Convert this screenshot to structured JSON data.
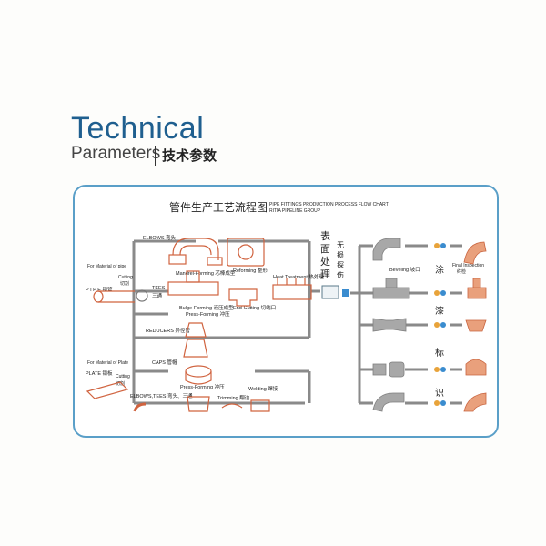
{
  "header": {
    "title": "Technical",
    "subtitle": "Parameters",
    "subtitle_cn": "技术参数"
  },
  "chart": {
    "title_cn": "管件生产工艺流程图",
    "title_en_1": "PIPE FITTINGS PRODUCTION PROCESS FLOW CHART",
    "title_en_2": "RITIA PIPELINE GROUP"
  },
  "labels": {
    "elbows": "ELBOWS 弯头",
    "for_material_pipe": "For Material of pipe",
    "cutting1": "Cutting",
    "cutting1_cn": "切割",
    "pipe": "P I P E  钢管",
    "mandrel": "Mandrel-Forming  芯棒成型",
    "reforming": "Reforming  整形",
    "heat": "Heat Treatment  热处理",
    "tees": "TEES",
    "tees_cn": "三通",
    "bulge": "Bulge-Forming  液压成型",
    "press1": "Press-Forming  冲压",
    "endcut": "End-Cutting  切端口",
    "reducers": "REDUCERS  异径管",
    "for_material_plate": "For Material of Plate",
    "caps": "CAPS  管帽",
    "plate": "PLATE  钢板",
    "cutting2": "Cutting",
    "cutting2_cn": "切割",
    "elbows_tees": "ELBOWS,TEES  弯头、三通",
    "press2": "Press-Forming  冲压",
    "welding": "Welding  焊接",
    "trimming": "Trimming  翻边",
    "surface_1": "表",
    "surface_2": "面",
    "surface_3": "处",
    "surface_4": "理",
    "ndt_1": "无",
    "ndt_2": "损",
    "ndt_3": "探",
    "ndt_4": "伤",
    "beveling": "Beveling  坡口",
    "final": "Final Inspection",
    "final_cn": "终检",
    "paint_1": "涂",
    "paint_2": "漆",
    "paint_3": "标",
    "paint_4": "识"
  },
  "colors": {
    "brand": "#1f5f8f",
    "frame": "#5a9fc8",
    "line": "#8a8a8a",
    "fitting": "#d0633f"
  }
}
